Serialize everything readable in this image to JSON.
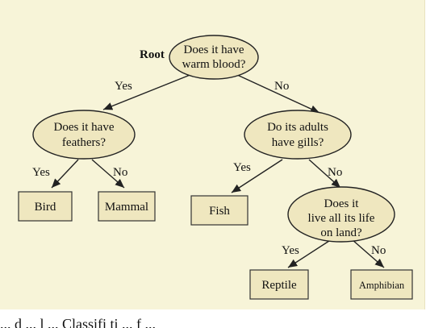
{
  "diagram": {
    "root_label": "Root",
    "nodes": {
      "root": {
        "line1": "Does it have",
        "line2": "warm blood?"
      },
      "left": {
        "line1": "Does it have",
        "line2": "feathers?"
      },
      "right": {
        "line1": "Do its adults",
        "line2": "have gills?"
      },
      "land": {
        "line1": "Does it",
        "line2": "live all its life",
        "line3": "on land?"
      }
    },
    "leaves": {
      "bird": "Bird",
      "mammal": "Mammal",
      "fish": "Fish",
      "reptile": "Reptile",
      "amphibian": "Amphibian"
    },
    "edges": {
      "root_yes": "Yes",
      "root_no": "No",
      "left_yes": "Yes",
      "left_no": "No",
      "right_yes": "Yes",
      "right_no": "No",
      "land_yes": "Yes",
      "land_no": "No"
    },
    "colors": {
      "panel_bg": "#f7f4d8",
      "node_fill": "#efe7bf",
      "stroke": "#222222"
    }
  },
  "footer": {
    "caption_fragment": "...  d ...   l  ...   Classifi  ti  ...   f  ..."
  }
}
